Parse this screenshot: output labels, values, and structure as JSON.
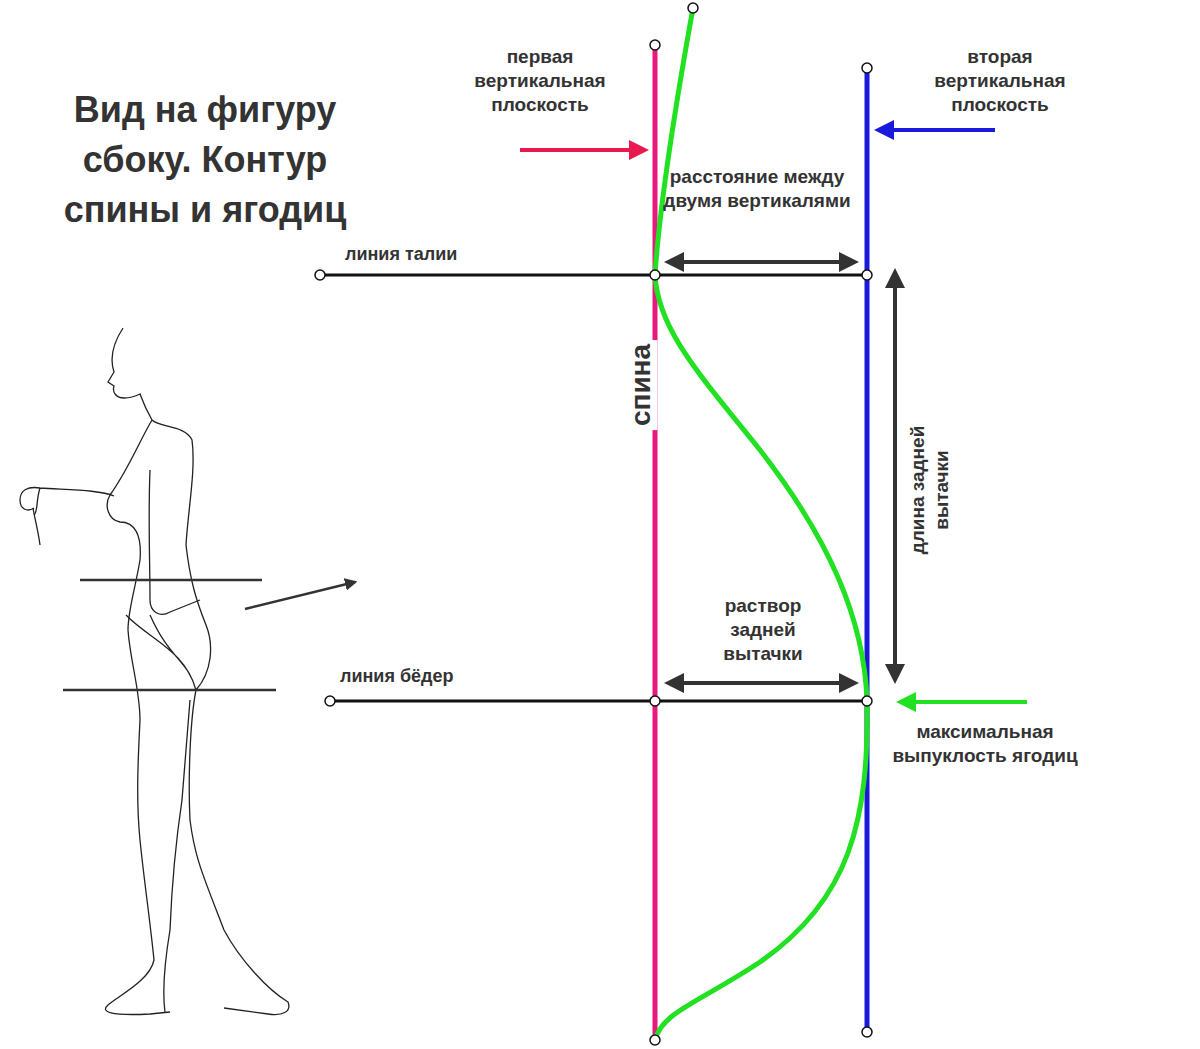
{
  "diagram": {
    "title": "Вид на фигуру сбоку. Контур спины и ягодиц",
    "labels": [
      "первая вертикальная плоскость",
      "вторая вертикальная плоскость",
      "расстояние между двумя вертикалями",
      "линия талии",
      "спина",
      "длина задней вытачки",
      "раствор задней вытачки",
      "линия бёдер",
      "максимальная выпуклость ягодиц"
    ]
  }
}
